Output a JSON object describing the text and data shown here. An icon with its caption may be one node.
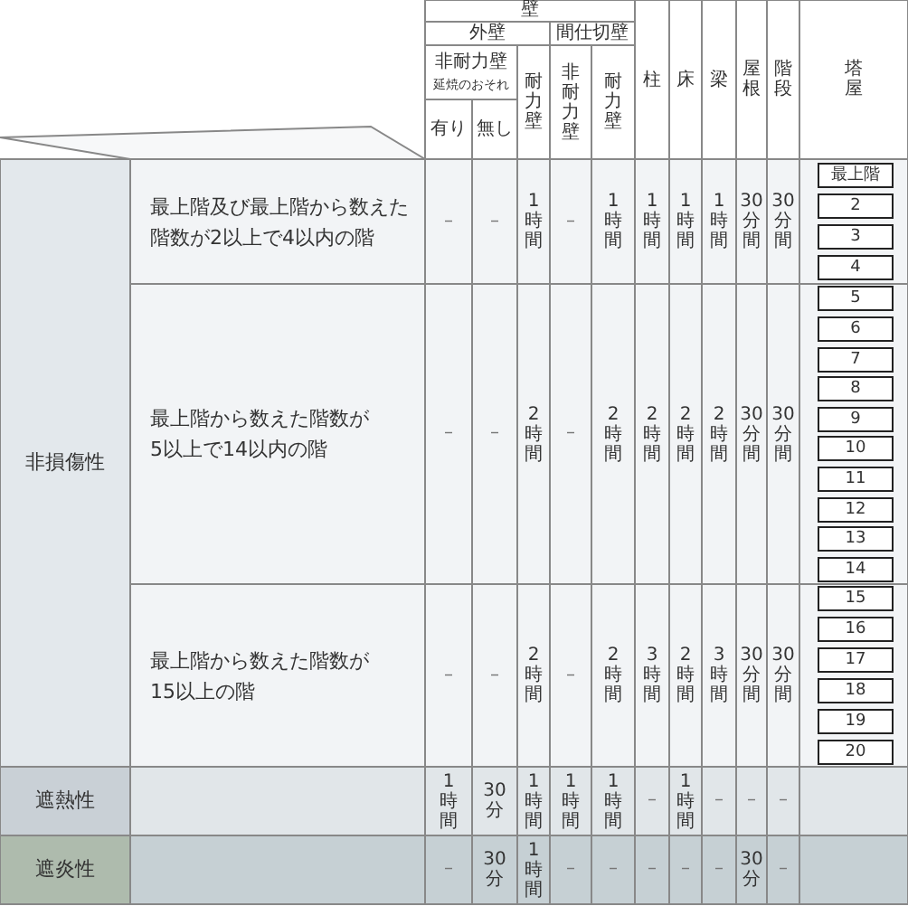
{
  "diagram": {
    "labels": [
      "壁",
      "柱",
      "床",
      "梁",
      "屋根",
      "階段",
      "塔屋",
      "外壁",
      "間仕切壁",
      "非耐力壁",
      "延焼のおそれ",
      "耐力壁",
      "非耐力壁",
      "耐力壁",
      "有り",
      "無し",
      "非損傷性",
      "最上階及び最上階から数えた階数が2以上で4以内の階",
      "–",
      "–",
      "1時間",
      "–",
      "1時間",
      "1時間",
      "1時間",
      "1時間",
      "30分間",
      "30分間",
      "最上階",
      "2",
      "3",
      "4",
      "最上階から数えた階数が5以上で14以内の階",
      "–",
      "–",
      "2時間",
      "–",
      "2時間",
      "2時間",
      "2時間",
      "2時間",
      "30分間",
      "30分間",
      "5",
      "6",
      "7",
      "8",
      "9",
      "10",
      "11",
      "12",
      "13",
      "14",
      "最上階から数えた階数が15以上の階",
      "–",
      "–",
      "2時間",
      "–",
      "2時間",
      "3時間",
      "2時間",
      "3時間",
      "30分間",
      "30分間",
      "15",
      "16",
      "17",
      "18",
      "19",
      "20",
      "遮熱性",
      "1時間",
      "30分",
      "1時間",
      "1時間",
      "1時間",
      "–",
      "1時間",
      "–",
      "–",
      "–",
      "遮炎性",
      "–",
      "30分",
      "1時間",
      "–",
      "–",
      "–",
      "–",
      "–",
      "30分",
      "–"
    ]
  }
}
